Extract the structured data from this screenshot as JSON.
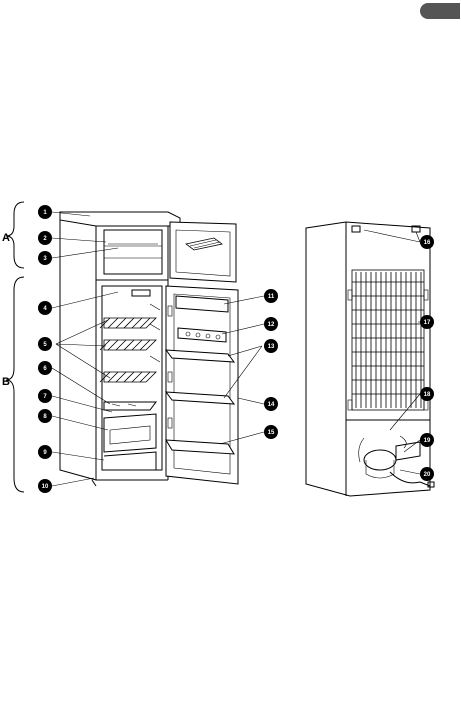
{
  "page": {
    "tab_color": "#555555"
  },
  "figure": {
    "sections": {
      "freezer": "A",
      "fridge": "B"
    },
    "callouts": [
      "1",
      "2",
      "3",
      "4",
      "5",
      "6",
      "7",
      "8",
      "9",
      "10",
      "11",
      "12",
      "13",
      "14",
      "15",
      "16",
      "17",
      "18",
      "19",
      "20"
    ]
  }
}
